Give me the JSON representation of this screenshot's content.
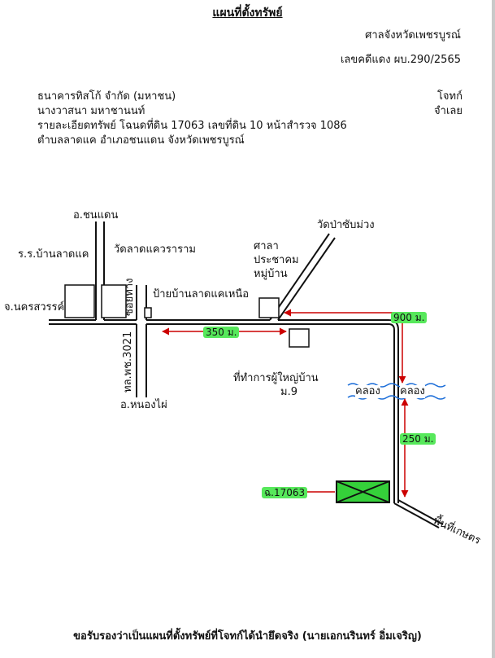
{
  "header": {
    "title": "แผนที่ตั้งทรัพย์",
    "court": "ศาลจังหวัดเพชรบูรณ์",
    "case_no": "เลขคดีแดง ผบ.290/2565"
  },
  "parties": {
    "plaintiff": "ธนาคารทิสโก้ จำกัด (มหาชน)",
    "plaintiff_role": "โจทก์",
    "defendant": "นางวาสนา มหาชานนท์",
    "defendant_role": "จำเลย",
    "detail_line1": "รายละเอียดทรัพย์ โฉนดที่ดิน 17063 เลขที่ดิน 10 หน้าสำรวจ 1086",
    "detail_line2": "ตำบลลาดแค อำเภอชนแดน จังหวัดเพชรบูรณ์"
  },
  "map": {
    "labels": {
      "chon_daen": "อ.ชนแดน",
      "school": "ร.ร.บ้านลาดแค",
      "temple": "วัดลาดแควราราม",
      "nakhon_sawan": "จ.นครสวรรค์",
      "alley": "ซอยทาง",
      "sign": "ป้ายบ้านลาดแคเหนือ",
      "highway": "ทล.พช.3021",
      "nong_phai": "อ.หนองไผ่",
      "sala_1": "ศาลา",
      "sala_2": "ประชาคม",
      "sala_3": "หมู่บ้าน",
      "wat_pa": "วัดป่าซับม่วง",
      "headman_1": "ที่ทำการผู้ใหญ่บ้าน",
      "headman_2": "ม.9",
      "canal_left": "คลอง",
      "canal_right": "คลอง",
      "farmland": "พื้นที่เกษตร"
    },
    "distances": {
      "d350": "350 ม.",
      "d900": "900 ม.",
      "d250": "250 ม."
    },
    "plot_label": "ฉ.17063",
    "colors": {
      "highlight": "#57e85b",
      "plot_fill": "#35d03a",
      "arrow": "#cc0000",
      "canal": "#1e6fd9"
    }
  },
  "footer": {
    "certification": "ขอรับรองว่าเป็นแผนที่ตั้งทรัพย์ที่โจทก์ได้นำยึดจริง (นายเอกนรินทร์ อิ่มเจริญ)"
  }
}
